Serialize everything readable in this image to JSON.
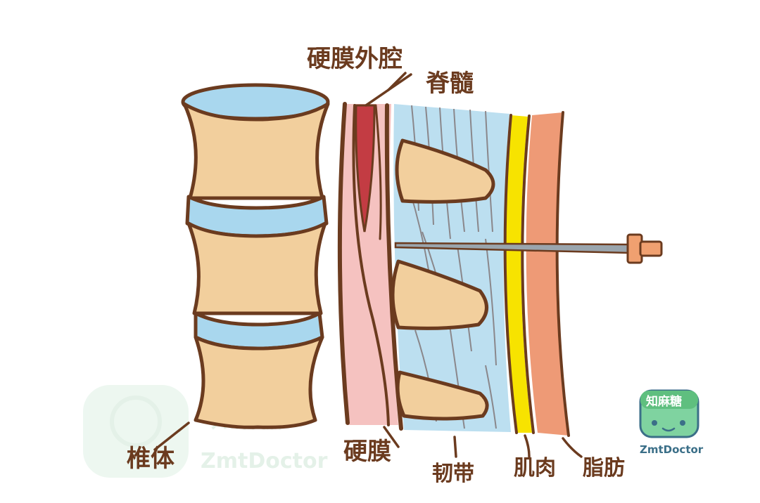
{
  "labels": {
    "epidural_space": "硬膜外腔",
    "spinal_cord": "脊髓",
    "vertebral_body": "椎体",
    "dura_mater": "硬膜",
    "ligament": "韧带",
    "muscle": "肌肉",
    "fat": "脂肪"
  },
  "watermark": {
    "brand_cn": "知麻糖",
    "brand_en": "ZmtDoctor"
  },
  "logo": {
    "brand_cn": "知麻糖",
    "brand_en": "ZmtDoctor"
  },
  "colors": {
    "outline": "#6b3b1f",
    "bone": "#f2cf9d",
    "disc": "#a9d7ee",
    "dura": "#f5c2c0",
    "spinal_cord": "#c33c43",
    "ligament": "#bcdff0",
    "muscle_yellow": "#f7e300",
    "fat": "#ee9a76",
    "needle": "#9aa5ad",
    "needle_hub": "#f0a070",
    "logo_green": "#5fbf7f"
  }
}
